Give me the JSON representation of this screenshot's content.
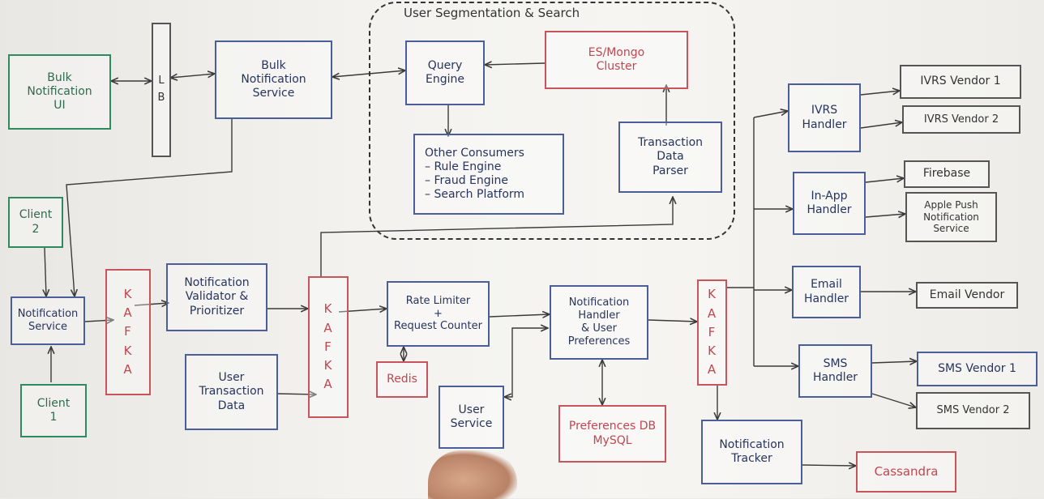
{
  "colors": {
    "blue": "#4a5e9a",
    "green": "#2f8a5e",
    "red": "#c8545c",
    "ink": "#333333"
  },
  "group": {
    "title": "User Segmentation & Search"
  },
  "nodes": {
    "bulk_ui": {
      "lines": [
        "Bulk",
        "Notification",
        "UI"
      ],
      "color": "green"
    },
    "lb": {
      "lines": [
        "L",
        "B"
      ],
      "color": "ink"
    },
    "bulk_service": {
      "lines": [
        "Bulk",
        "Notification",
        "Service"
      ],
      "color": "blue"
    },
    "query_engine": {
      "lines": [
        "Query",
        "Engine"
      ],
      "color": "blue"
    },
    "es_mongo": {
      "lines": [
        "ES/Mongo",
        "Cluster"
      ],
      "color": "red"
    },
    "other_consumers": {
      "lines": [
        "Other Consumers",
        "– Rule Engine",
        "– Fraud Engine",
        "– Search Platform"
      ],
      "color": "blue"
    },
    "txn_parser": {
      "lines": [
        "Transaction",
        "Data",
        "Parser"
      ],
      "color": "blue"
    },
    "client2": {
      "lines": [
        "Client",
        "2"
      ],
      "color": "green"
    },
    "client1": {
      "lines": [
        "Client",
        "1"
      ],
      "color": "green"
    },
    "notification_service": {
      "lines": [
        "Notification",
        "Service"
      ],
      "color": "blue"
    },
    "kafka1": {
      "lines": [
        "K",
        "A",
        "F",
        "K",
        "A"
      ],
      "color": "red"
    },
    "validator": {
      "lines": [
        "Notification",
        "Validator &",
        "Prioritizer"
      ],
      "color": "blue"
    },
    "user_txn_data": {
      "lines": [
        "User",
        "Transaction",
        "Data"
      ],
      "color": "blue"
    },
    "kafka2": {
      "lines": [
        "K",
        "A",
        "F",
        "K",
        "A"
      ],
      "color": "red"
    },
    "rate_limiter": {
      "lines": [
        "Rate Limiter",
        "+",
        "Request Counter"
      ],
      "color": "blue"
    },
    "redis": {
      "lines": [
        "Redis"
      ],
      "color": "red"
    },
    "user_service": {
      "lines": [
        "User",
        "Service"
      ],
      "color": "blue"
    },
    "notif_handler": {
      "lines": [
        "Notification",
        "Handler",
        "& User",
        "Preferences"
      ],
      "color": "blue"
    },
    "prefs_db": {
      "lines": [
        "Preferences DB",
        "MySQL"
      ],
      "color": "red"
    },
    "kafka3": {
      "lines": [
        "K",
        "A",
        "F",
        "K",
        "A"
      ],
      "color": "red"
    },
    "tracker": {
      "lines": [
        "Notification",
        "Tracker"
      ],
      "color": "blue"
    },
    "cassandra": {
      "lines": [
        "Cassandra"
      ],
      "color": "red"
    },
    "ivrs_handler": {
      "lines": [
        "IVRS",
        "Handler"
      ],
      "color": "blue"
    },
    "ivrs_v1": {
      "lines": [
        "IVRS Vendor 1"
      ],
      "color": "ink"
    },
    "ivrs_v2": {
      "lines": [
        "IVRS Vendor 2"
      ],
      "color": "ink"
    },
    "inapp_handler": {
      "lines": [
        "In-App",
        "Handler"
      ],
      "color": "blue"
    },
    "firebase": {
      "lines": [
        "Firebase"
      ],
      "color": "ink"
    },
    "apns": {
      "lines": [
        "Apple Push",
        "Notification",
        "Service"
      ],
      "color": "ink"
    },
    "email_handler": {
      "lines": [
        "Email",
        "Handler"
      ],
      "color": "blue"
    },
    "email_vendor": {
      "lines": [
        "Email Vendor"
      ],
      "color": "ink"
    },
    "sms_handler": {
      "lines": [
        "SMS",
        "Handler"
      ],
      "color": "blue"
    },
    "sms_v1": {
      "lines": [
        "SMS Vendor 1"
      ],
      "color": "blue"
    },
    "sms_v2": {
      "lines": [
        "SMS Vendor 2"
      ],
      "color": "ink"
    }
  }
}
